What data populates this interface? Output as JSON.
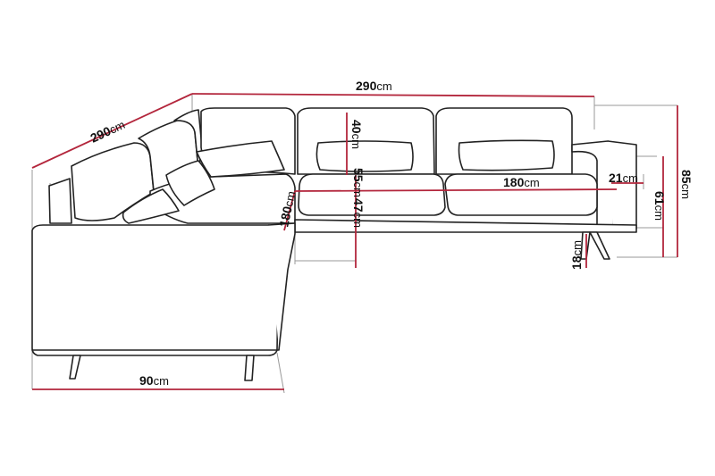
{
  "dimensions": {
    "top_width": {
      "value": "290",
      "unit": "cm"
    },
    "side_width": {
      "value": "290",
      "unit": "cm"
    },
    "back_height": {
      "value": "40",
      "unit": "cm"
    },
    "seat_depth": {
      "value": "55",
      "unit": "cm"
    },
    "seat_height": {
      "value": "47",
      "unit": "cm"
    },
    "corner_depth": {
      "value": "180",
      "unit": "cm"
    },
    "seat_width": {
      "value": "180",
      "unit": "cm"
    },
    "arm_width": {
      "value": "21",
      "unit": "cm"
    },
    "arm_height": {
      "value": "61",
      "unit": "cm"
    },
    "total_height": {
      "value": "85",
      "unit": "cm"
    },
    "leg_height": {
      "value": "18",
      "unit": "cm"
    },
    "chaise_width": {
      "value": "90",
      "unit": "cm"
    }
  },
  "colors": {
    "dimension_line": "#b3263c",
    "outline": "#222222",
    "extension_line": "#9a9a9a"
  }
}
